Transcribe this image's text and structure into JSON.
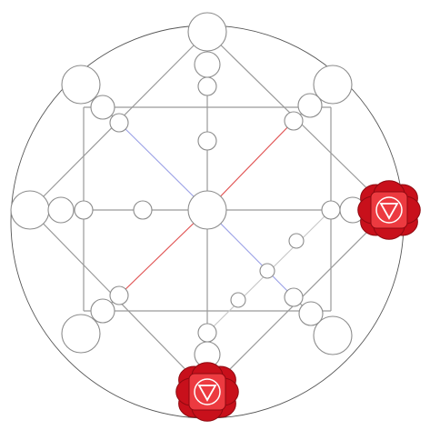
{
  "game": {
    "pieces": [
      {
        "id": "piece-right",
        "player": "red",
        "node": "right-outer"
      },
      {
        "id": "piece-bottom",
        "player": "red",
        "node": "bottom-outer"
      }
    ],
    "colors": {
      "board_line": "#9a9a9a",
      "outer_circle": "#555555",
      "node_stroke": "#8c8c8c",
      "diag_red": "#e05050",
      "diag_blue": "#9aa0e6",
      "diag_gray": "#c8c8c8",
      "piece_red": "#c8101b",
      "piece_red_dark": "#8e0910",
      "piece_red_light": "#ec3a40"
    },
    "icons": {
      "piece_emblem": "down-triangle-icon",
      "piece_shape": "rose-flower-icon"
    }
  }
}
